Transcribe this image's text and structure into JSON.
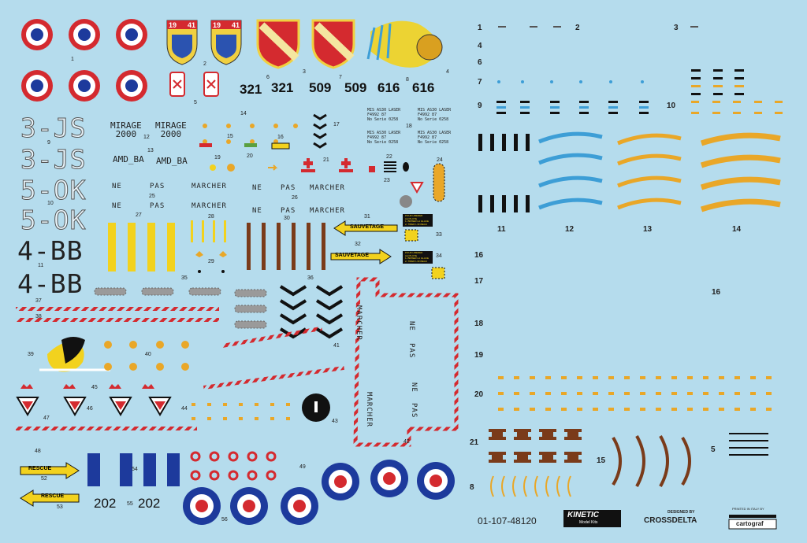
{
  "colors": {
    "sheet": "#b5dced",
    "red": "#d42a2f",
    "blue": "#1d3a9c",
    "yellow": "#f2d21e",
    "brown": "#7a3b1a",
    "orange": "#e9a728",
    "sky": "#3d9ed6",
    "black": "#111111",
    "white": "#ffffff"
  },
  "labels": {
    "reg_js": "3-JS",
    "reg_ok": "5-OK",
    "reg_bb": "4-BB",
    "mirage": "MIRAGE",
    "mirage_sub": "2000",
    "amd": "AMD_BA",
    "ne": "NE",
    "pas": "PAS",
    "marcher": "MARCHER",
    "n321": "321",
    "n509": "509",
    "n616": "616",
    "n202": "202",
    "crest_year_left": "19",
    "crest_year_right": "41",
    "mis": "MIS AS30 LASER",
    "mis_f": "F4992 87",
    "mis_no": "No Serie 0258",
    "sauvetage": "SAUVETAGE",
    "rescue": "RESCUE",
    "pour": "POUR LIBERER",
    "pour2": "LE PILOTE",
    "pour3": "1- BRISER LA GLACE",
    "pour4": "2- TIRER L'ANNEAU",
    "code": "01-107-48120",
    "kinetic": "KINETIC",
    "kinetic_sub": "Model Kits",
    "designed": "DESIGNED BY",
    "crossdelta": "CROSSDELTA",
    "printed": "PRINTED IN ITALY BY",
    "cartograf": "cartograf"
  },
  "decal_numbers": [
    {
      "id": "n1",
      "t": "1"
    },
    {
      "id": "n2",
      "t": "2"
    },
    {
      "id": "n3",
      "t": "3"
    },
    {
      "id": "n4",
      "t": "4"
    },
    {
      "id": "n5",
      "t": "5"
    },
    {
      "id": "n6",
      "t": "6"
    },
    {
      "id": "n7",
      "t": "7"
    },
    {
      "id": "n8",
      "t": "8"
    },
    {
      "id": "n9",
      "t": "9"
    },
    {
      "id": "n10",
      "t": "10"
    },
    {
      "id": "n11",
      "t": "11"
    },
    {
      "id": "n12",
      "t": "12"
    },
    {
      "id": "n13",
      "t": "13"
    },
    {
      "id": "n14",
      "t": "14"
    },
    {
      "id": "n15",
      "t": "15"
    },
    {
      "id": "n16",
      "t": "16"
    },
    {
      "id": "n17",
      "t": "17"
    },
    {
      "id": "n18",
      "t": "18"
    },
    {
      "id": "n19",
      "t": "19"
    },
    {
      "id": "n20",
      "t": "20"
    },
    {
      "id": "n21",
      "t": "21"
    },
    {
      "id": "n22",
      "t": "22"
    },
    {
      "id": "n23",
      "t": "23"
    },
    {
      "id": "n24",
      "t": "24"
    },
    {
      "id": "n25",
      "t": "25"
    },
    {
      "id": "n26",
      "t": "26"
    },
    {
      "id": "n27",
      "t": "27"
    },
    {
      "id": "n28",
      "t": "28"
    },
    {
      "id": "n29",
      "t": "29"
    },
    {
      "id": "n30",
      "t": "30"
    },
    {
      "id": "n31",
      "t": "31"
    },
    {
      "id": "n32",
      "t": "32"
    },
    {
      "id": "n33",
      "t": "33"
    },
    {
      "id": "n34",
      "t": "34"
    },
    {
      "id": "n35",
      "t": "35"
    },
    {
      "id": "n36",
      "t": "36"
    },
    {
      "id": "n37",
      "t": "37"
    },
    {
      "id": "n38",
      "t": "38"
    },
    {
      "id": "n39",
      "t": "39"
    },
    {
      "id": "n40",
      "t": "40"
    },
    {
      "id": "n41",
      "t": "41"
    },
    {
      "id": "n42",
      "t": "42"
    },
    {
      "id": "n43",
      "t": "43"
    },
    {
      "id": "n44",
      "t": "44"
    },
    {
      "id": "n45",
      "t": "45"
    },
    {
      "id": "n46",
      "t": "46"
    },
    {
      "id": "n47",
      "t": "47"
    },
    {
      "id": "n48",
      "t": "48"
    },
    {
      "id": "n49",
      "t": "49"
    },
    {
      "id": "n52",
      "t": "52"
    },
    {
      "id": "n53",
      "t": "53"
    },
    {
      "id": "n54",
      "t": "54"
    },
    {
      "id": "n55",
      "t": "55"
    },
    {
      "id": "n56",
      "t": "56"
    }
  ]
}
